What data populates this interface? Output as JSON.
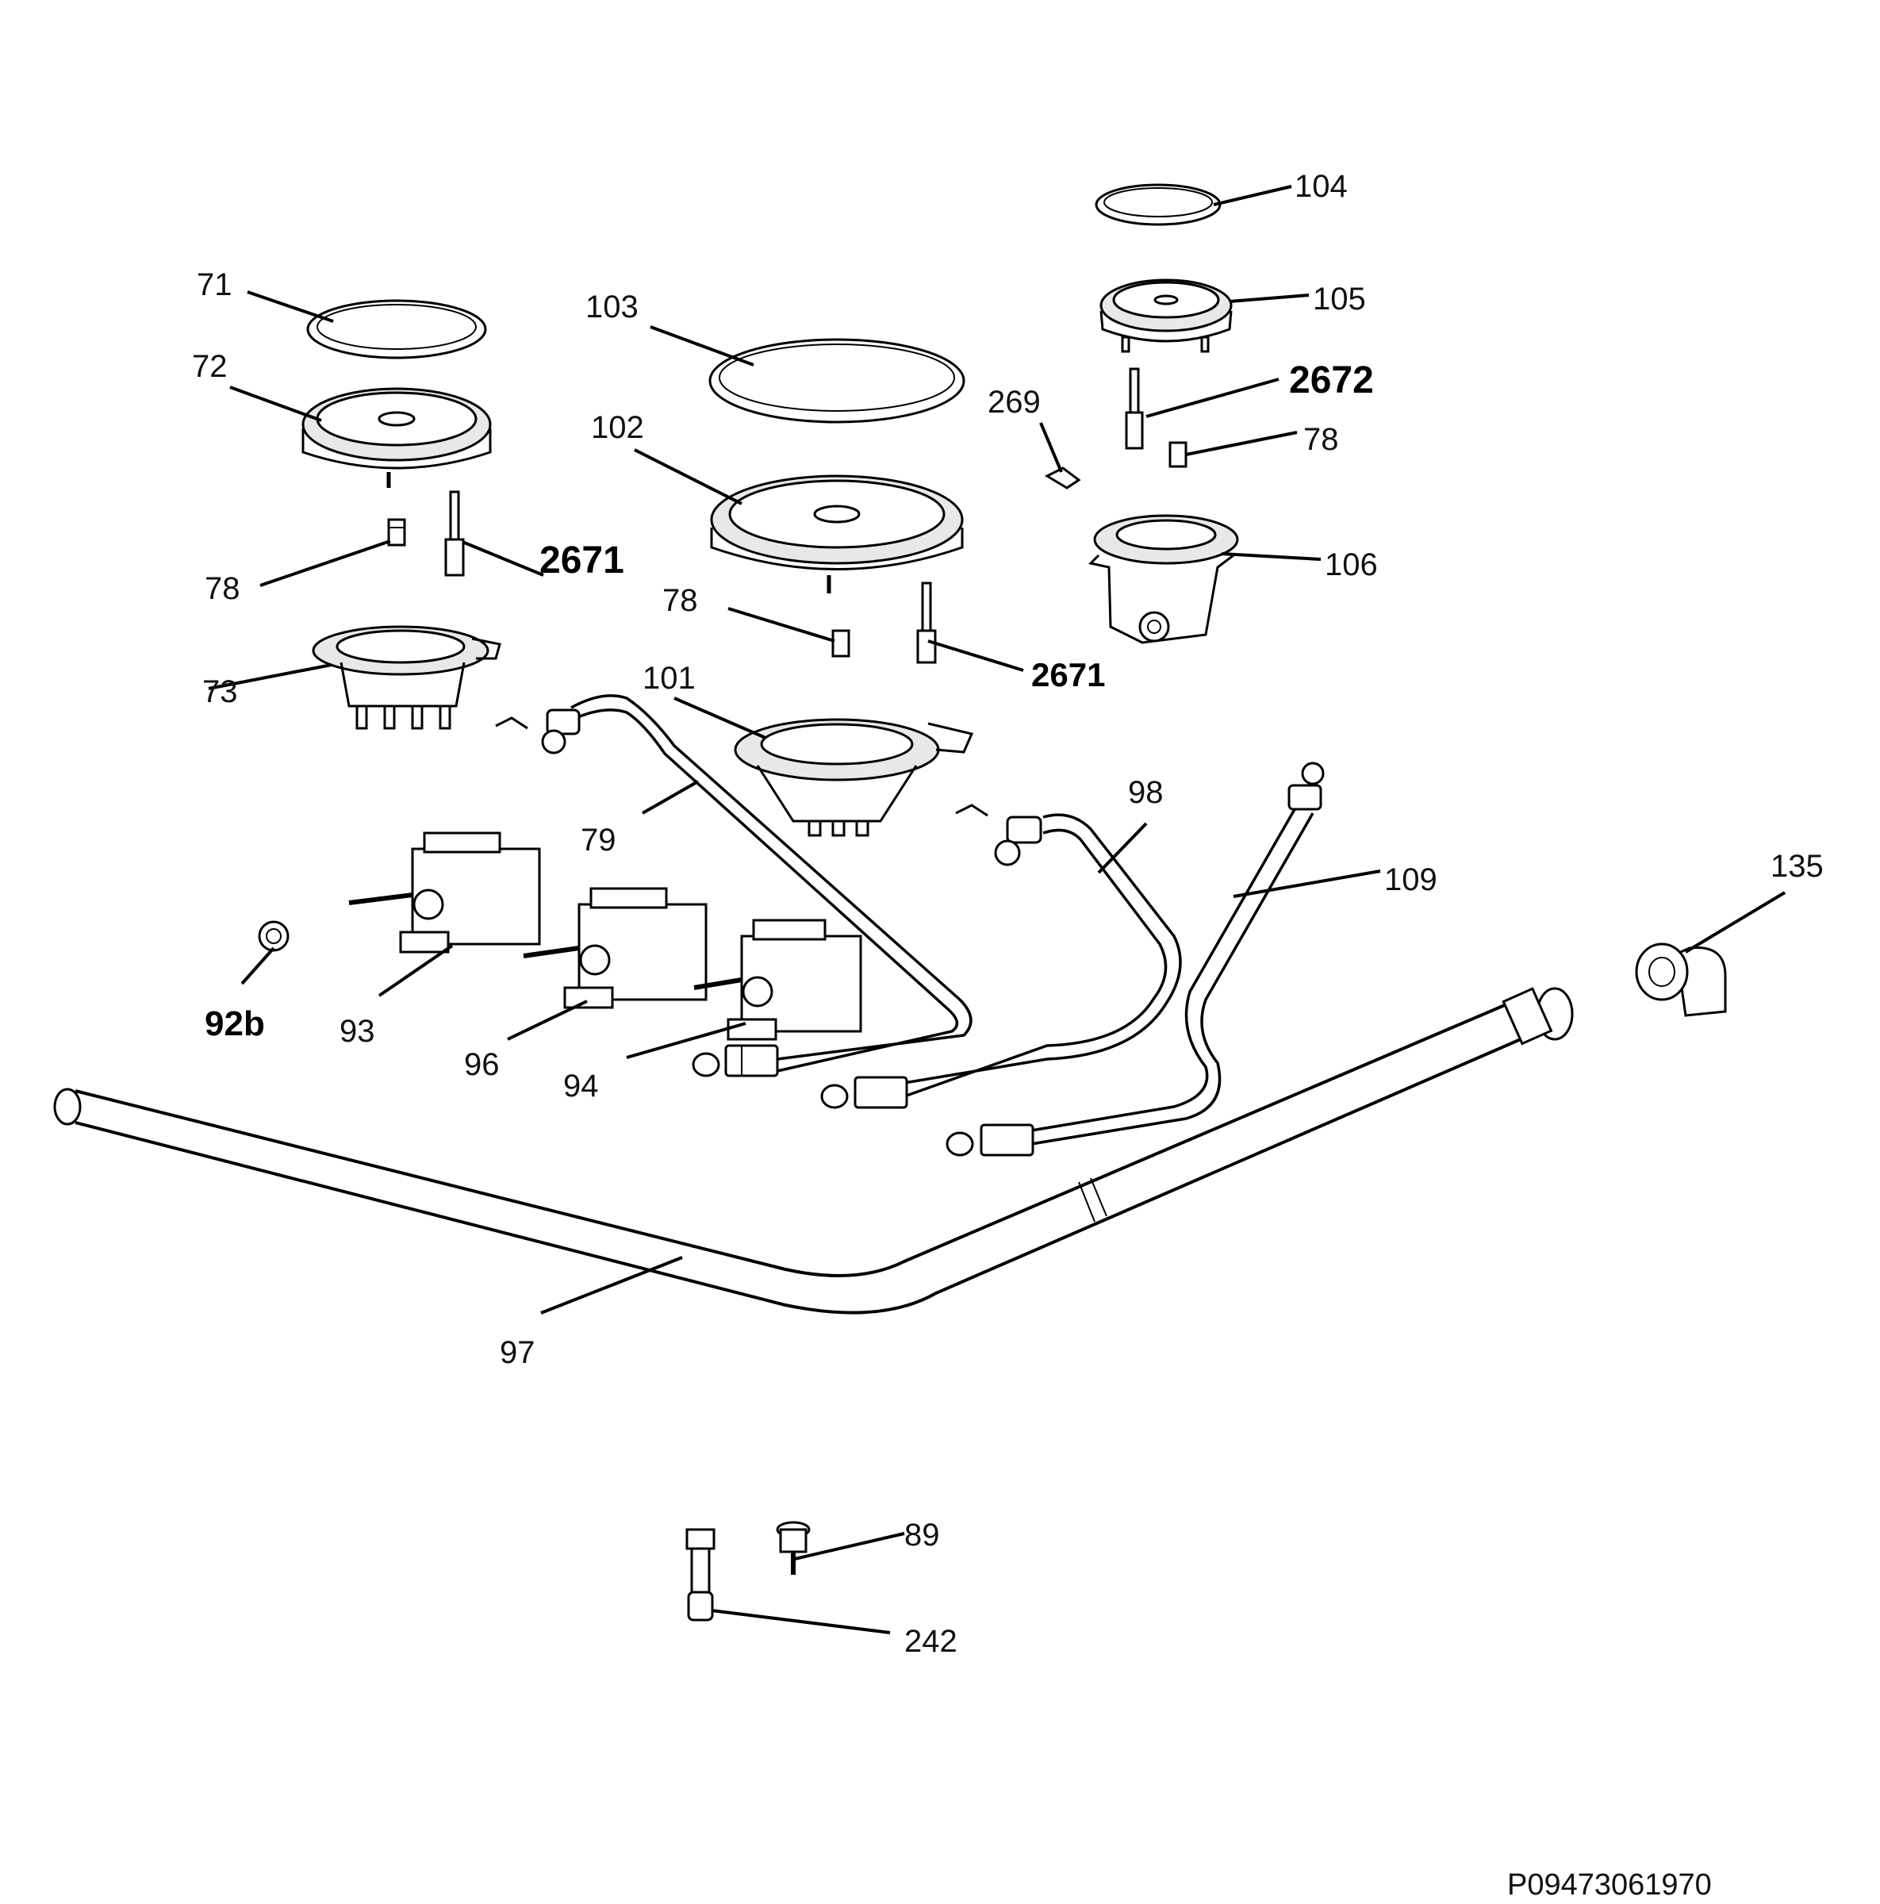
{
  "diagram": {
    "reference_code": "P09473061970",
    "labels": {
      "l71": "71",
      "l72": "72",
      "l103": "103",
      "l102": "102",
      "l104": "104",
      "l105": "105",
      "l2672": "2672",
      "l269": "269",
      "l78_right": "78",
      "l106": "106",
      "l78_left": "78",
      "l2671_left": "2671",
      "l78_mid": "78",
      "l2671_mid": "2671",
      "l73": "73",
      "l101": "101",
      "l79": "79",
      "l98": "98",
      "l109": "109",
      "l135": "135",
      "l92b": "92b",
      "l93": "93",
      "l96": "96",
      "l94": "94",
      "l97": "97",
      "l89": "89",
      "l242": "242"
    }
  }
}
